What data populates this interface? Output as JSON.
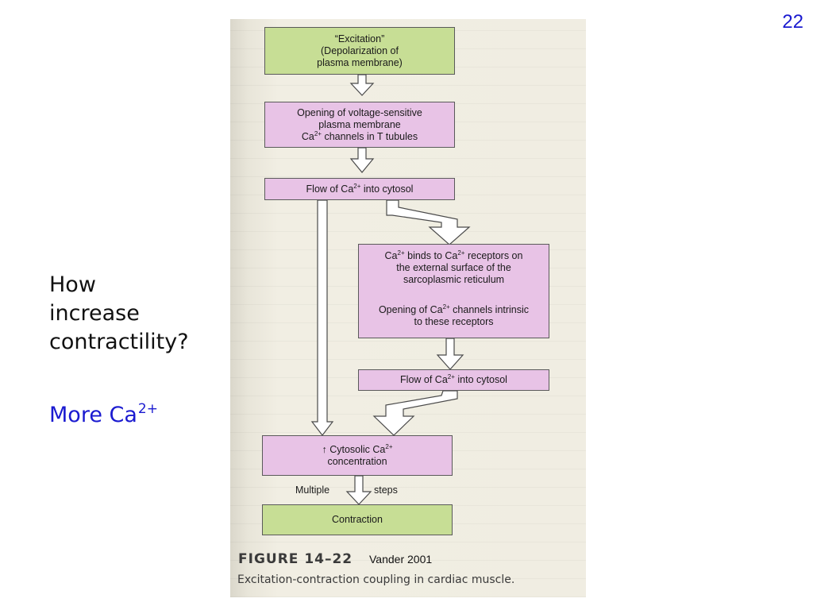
{
  "slide_number": "22",
  "question": {
    "line1": "How",
    "line2": "increase",
    "line3": "contractility?"
  },
  "answer": {
    "text": "More Ca",
    "sup": "2+"
  },
  "credit": "Vander 2001",
  "figure": {
    "number": "FIGURE 14–22",
    "caption": "Excitation-contraction coupling in cardiac muscle.",
    "colors": {
      "green_box": "#c7de95",
      "pink_box": "#e8c3e6",
      "page": "#efece0"
    },
    "boxes": {
      "excitation": {
        "l1": "“Excitation”",
        "l2": "(Depolarization of",
        "l3": "plasma membrane)"
      },
      "opening_voltage": {
        "l1": "Opening of voltage-sensitive",
        "l2": "plasma membrane",
        "l3a": "Ca",
        "l3sup": "2+",
        "l3b": " channels in T tubules"
      },
      "flow_1": {
        "a": "Flow of Ca",
        "sup": "2+",
        "b": " into cytosol"
      },
      "receptors": {
        "l1a": "Ca",
        "l1sup1": "2+",
        "l1b": " binds to Ca",
        "l1sup2": "2+",
        "l1c": " receptors on",
        "l2": "the external surface of the",
        "l3": "sarcoplasmic reticulum",
        "l4a": "Opening of Ca",
        "l4sup": "2+",
        "l4b": " channels intrinsic",
        "l5": "to these receptors"
      },
      "flow_2": {
        "a": "Flow of Ca",
        "sup": "2+",
        "b": " into cytosol"
      },
      "cytosolic": {
        "arrow": "↑",
        "l1a": " Cytosolic Ca",
        "l1sup": "2+",
        "l2": "concentration"
      },
      "contraction": {
        "l1": "Contraction"
      }
    },
    "multiple": "Multiple",
    "steps": "steps"
  }
}
